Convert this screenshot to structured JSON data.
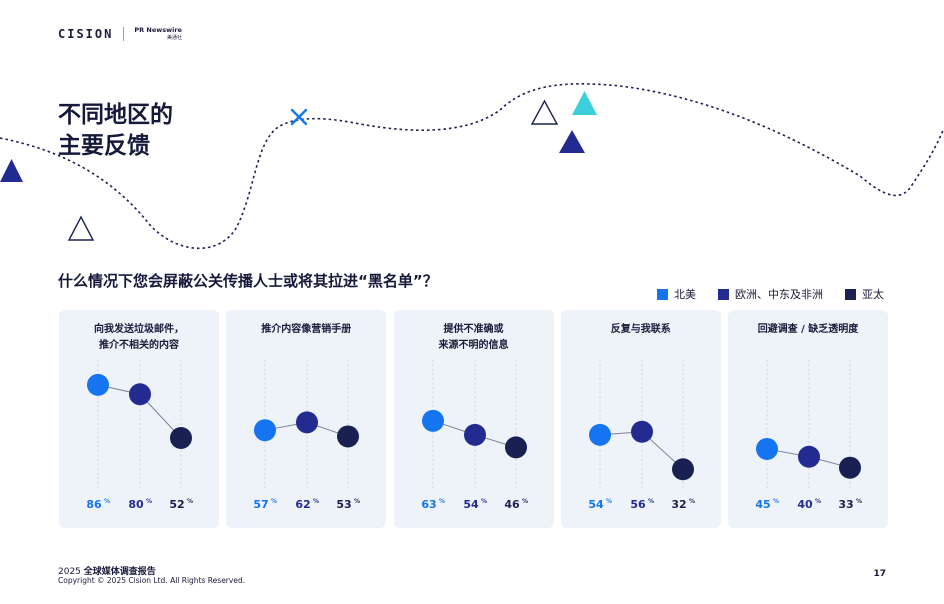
{
  "logo": {
    "brand": "CISION",
    "partner": "PR Newswire",
    "partner_sub": "美通社"
  },
  "page": {
    "title_line1": "不同地区的",
    "title_line2": "主要反馈",
    "question": "什么情况下您会屏蔽公关传播人士或将其拉进“黑名单”？",
    "page_number": "17"
  },
  "colors": {
    "north_america": "#1575f0",
    "emea": "#232b91",
    "apac": "#1a2152",
    "panel_bg": "#eef3fa",
    "cyan_accent": "#3ccfd9"
  },
  "chart_data": {
    "type": "line",
    "unit": "%",
    "ylim": [
      0,
      100
    ],
    "legend_position": "top-right",
    "series_names": [
      "北美",
      "欧洲、中东及非洲",
      "亚太"
    ],
    "panels": [
      {
        "title_lines": [
          "向我发送垃圾邮件，",
          "推介不相关的内容"
        ],
        "values": [
          86,
          80,
          52
        ]
      },
      {
        "title_lines": [
          "推介内容像营销手册"
        ],
        "values": [
          57,
          62,
          53
        ]
      },
      {
        "title_lines": [
          "提供不准确或",
          "来源不明的信息"
        ],
        "values": [
          63,
          54,
          46
        ]
      },
      {
        "title_lines": [
          "反复与我联系"
        ],
        "values": [
          54,
          56,
          32
        ]
      },
      {
        "title_lines": [
          "回避调查 / 缺乏透明度"
        ],
        "values": [
          45,
          40,
          33
        ]
      }
    ]
  },
  "footer": {
    "year": "2025",
    "report_name": "全球媒体调查报告",
    "copyright": "Copyright © 2025 Cision Ltd. All Rights Reserved."
  }
}
